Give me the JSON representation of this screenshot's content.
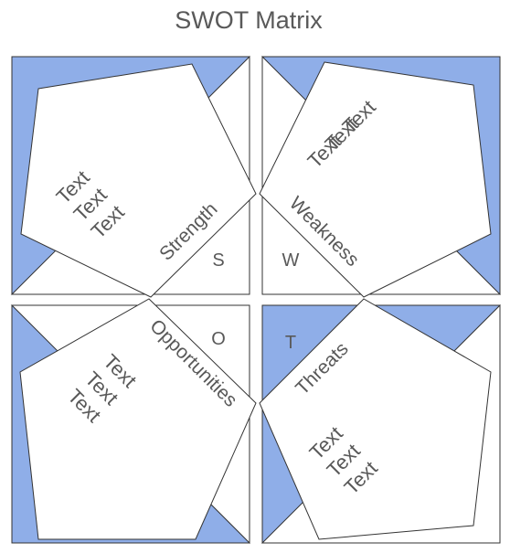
{
  "title": "SWOT Matrix",
  "quadrants": [
    {
      "key": "strength",
      "label": "Strength",
      "letter": "S",
      "lines": [
        "Text",
        "Text",
        "Text"
      ]
    },
    {
      "key": "weakness",
      "label": "Weakness",
      "letter": "W",
      "lines": [
        "Text",
        "Text",
        "Text"
      ]
    },
    {
      "key": "opportunities",
      "label": "Opportunities",
      "letter": "O",
      "lines": [
        "Text",
        "Text",
        "Text"
      ]
    },
    {
      "key": "threats",
      "label": "Threats",
      "letter": "T",
      "lines": [
        "Text",
        "Text",
        "Text"
      ]
    }
  ],
  "colors": {
    "background": "#8faee8",
    "shape_fill": "#ffffff",
    "stroke": "#333333",
    "text": "#595959"
  }
}
